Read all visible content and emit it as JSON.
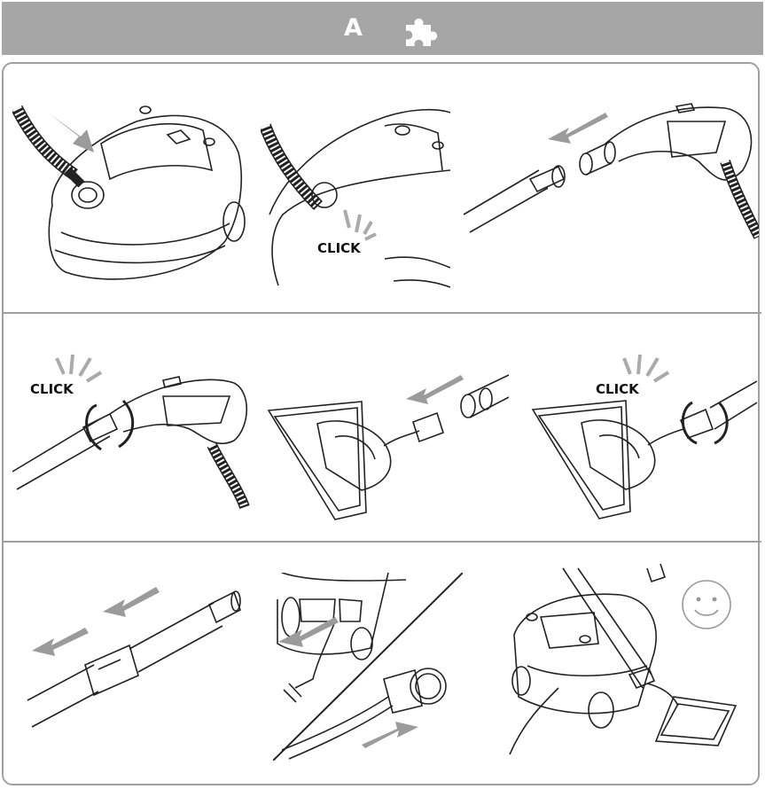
{
  "header": {
    "section_letter": "A",
    "icon": "puzzle-icon"
  },
  "labels": {
    "click": "CLICK"
  },
  "steps": [
    {
      "icon": "connect-hose-to-vacuum"
    },
    {
      "icon": "hose-click-in"
    },
    {
      "icon": "attach-tube-to-handle"
    },
    {
      "icon": "handle-tube-click"
    },
    {
      "icon": "attach-nozzle-to-tube"
    },
    {
      "icon": "nozzle-click"
    },
    {
      "icon": "adjust-telescopic-tube"
    },
    {
      "icon": "unwind-cord-plug-in"
    },
    {
      "icon": "ready-to-use-smiley"
    }
  ],
  "colors": {
    "header_bg": "#a6a6a6",
    "frame": "#a0a0a0",
    "arrow": "#9b9b9b"
  }
}
